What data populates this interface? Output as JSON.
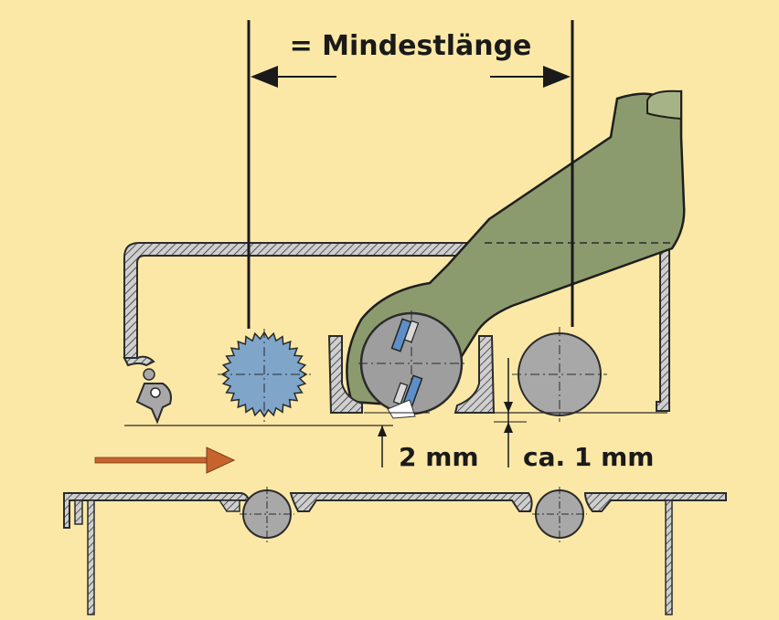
{
  "labels": {
    "min_length": "= Mindestlänge",
    "gap_2mm": "2 mm",
    "gap_1mm": "ca. 1 mm"
  },
  "colors": {
    "background": "#fce8a6",
    "guard_arm": "#8c9b6e",
    "cutter_block": "#9e9e9e",
    "spiked_roller": "#7fa6c9",
    "roller_grey": "#a8a8a8",
    "knife_blue": "#5c8fc7",
    "feed_arrow": "#c7642e",
    "line": "#2b2b2b"
  },
  "icons": {
    "feed_direction": "arrow-right-icon",
    "dimension_arrow": "arrow-icon"
  }
}
